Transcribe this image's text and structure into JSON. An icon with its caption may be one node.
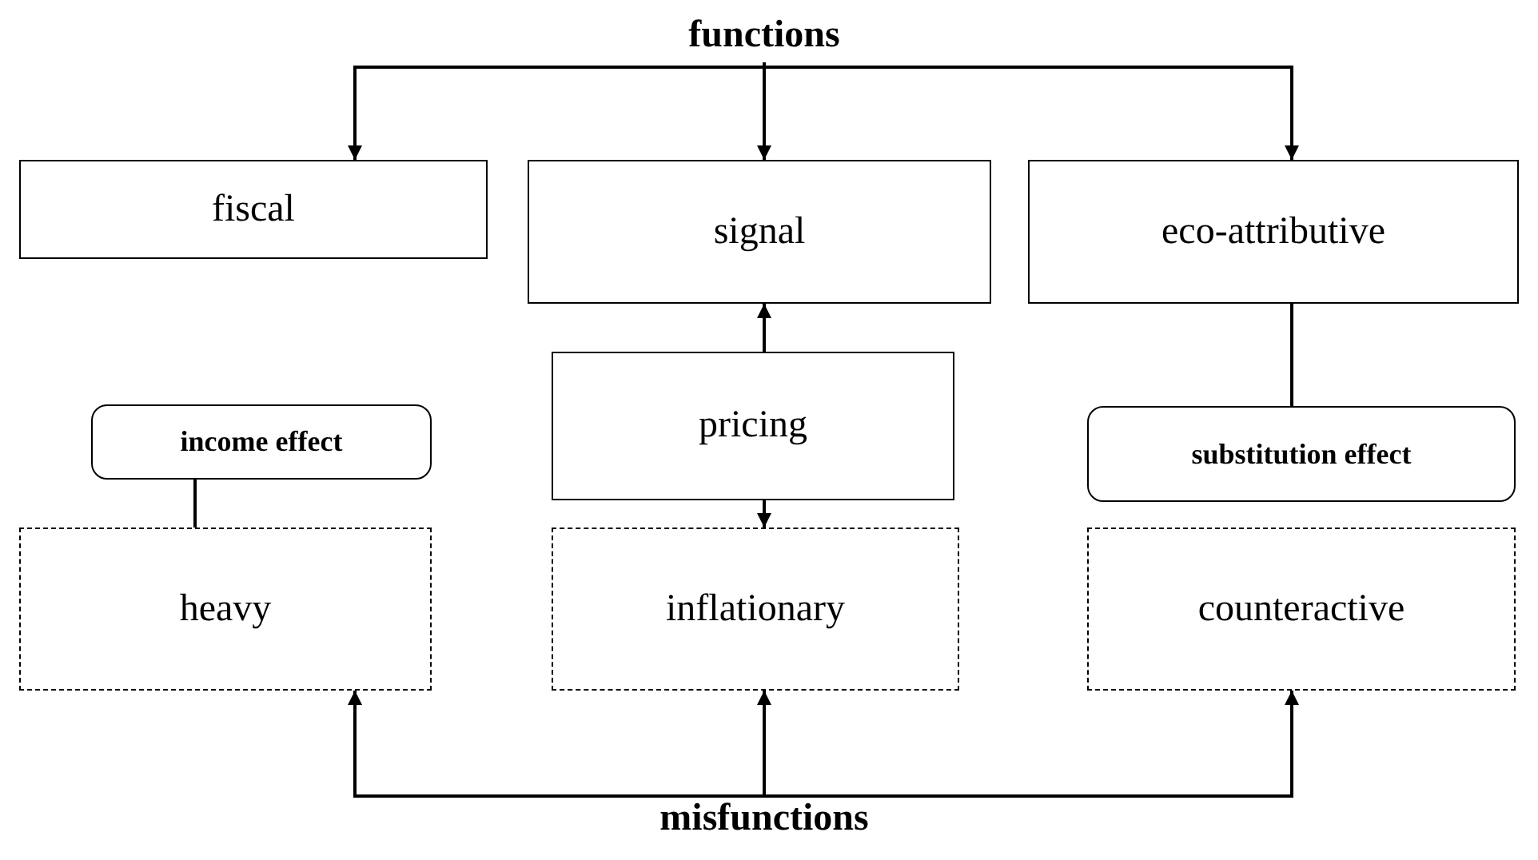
{
  "diagram": {
    "nodes": [
      {
        "text": [
          "functions"
        ]
      },
      {
        "text": [
          "fiscal"
        ]
      },
      {
        "text": [
          "signal"
        ]
      },
      {
        "text": [
          "eco-attributive"
        ]
      },
      {
        "text": [
          "income effect"
        ]
      },
      {
        "text": [
          "pricing"
        ]
      },
      {
        "text": [
          "substitution effect"
        ]
      },
      {
        "text": [
          "heavy"
        ]
      },
      {
        "text": [
          "inflationary"
        ]
      },
      {
        "text": [
          "counteractive"
        ]
      },
      {
        "text": [
          "misfunctions"
        ]
      }
    ],
    "edges": [
      {
        "from": 0,
        "to": 1,
        "arrow": "to"
      },
      {
        "from": 0,
        "to": 2,
        "arrow": "to"
      },
      {
        "from": 0,
        "to": 3,
        "arrow": "to"
      },
      {
        "from": 5,
        "to": 2,
        "arrow": "to"
      },
      {
        "from": 5,
        "to": 8,
        "arrow": "to"
      },
      {
        "from": 3,
        "to": 6,
        "arrow": "none"
      },
      {
        "from": 4,
        "to": 7,
        "arrow": "none"
      },
      {
        "from": 10,
        "to": 7,
        "arrow": "to"
      },
      {
        "from": 10,
        "to": 8,
        "arrow": "to"
      },
      {
        "from": 10,
        "to": 9,
        "arrow": "to"
      }
    ]
  }
}
